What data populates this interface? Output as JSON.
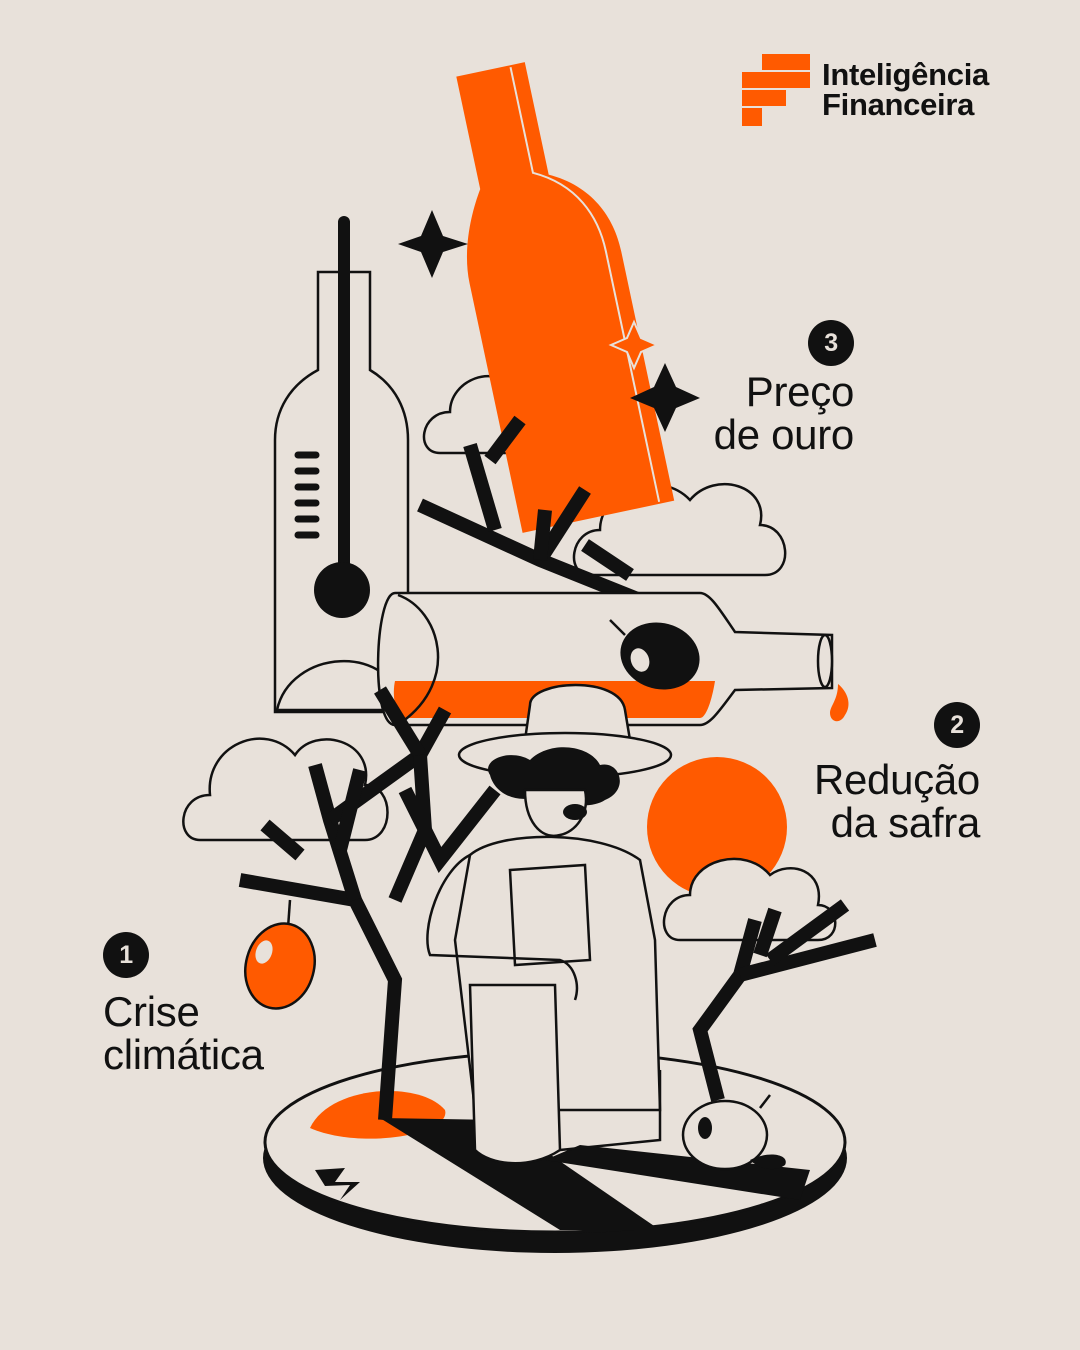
{
  "brand": {
    "line1": "Inteligência",
    "line2": "Financeira",
    "accent": "#ff5a00"
  },
  "colors": {
    "background": "#e8e1da",
    "ink": "#111111",
    "accent": "#ff5a00"
  },
  "steps": [
    {
      "number": "1",
      "line1": "Crise",
      "line2": "climática"
    },
    {
      "number": "2",
      "line1": "Redução",
      "line2": "da safra"
    },
    {
      "number": "3",
      "line1": "Preço",
      "line2": "de ouro"
    }
  ]
}
